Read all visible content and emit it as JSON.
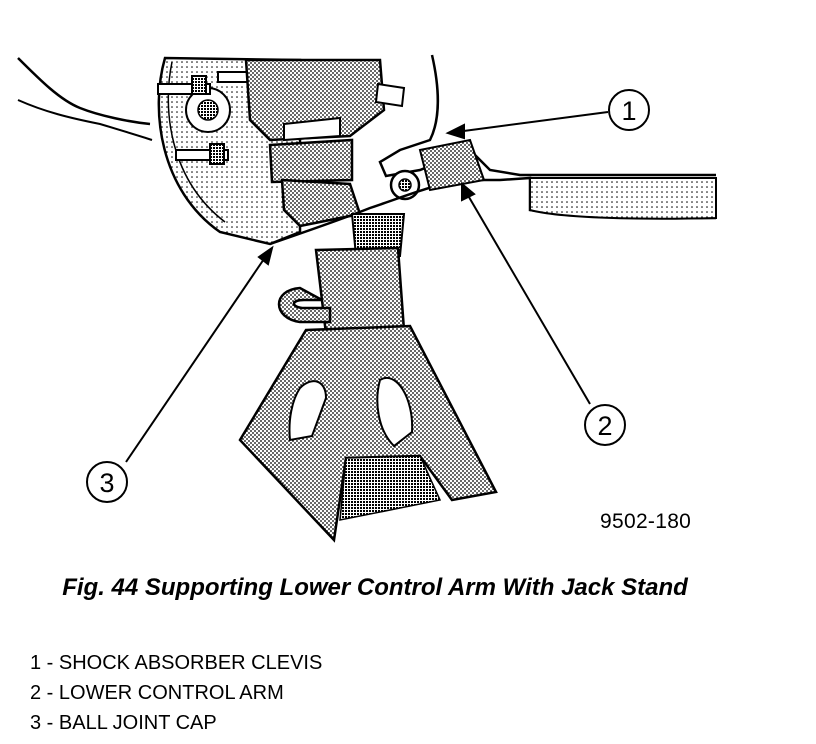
{
  "figure": {
    "callouts": [
      {
        "number": "1"
      },
      {
        "number": "2"
      },
      {
        "number": "3"
      }
    ],
    "figure_id": "9502-180"
  },
  "caption": "Fig. 44 Supporting Lower Control Arm With Jack Stand",
  "legend": [
    "1 - SHOCK ABSORBER CLEVIS",
    "2 - LOWER CONTROL ARM",
    "3 - BALL JOINT CAP"
  ]
}
